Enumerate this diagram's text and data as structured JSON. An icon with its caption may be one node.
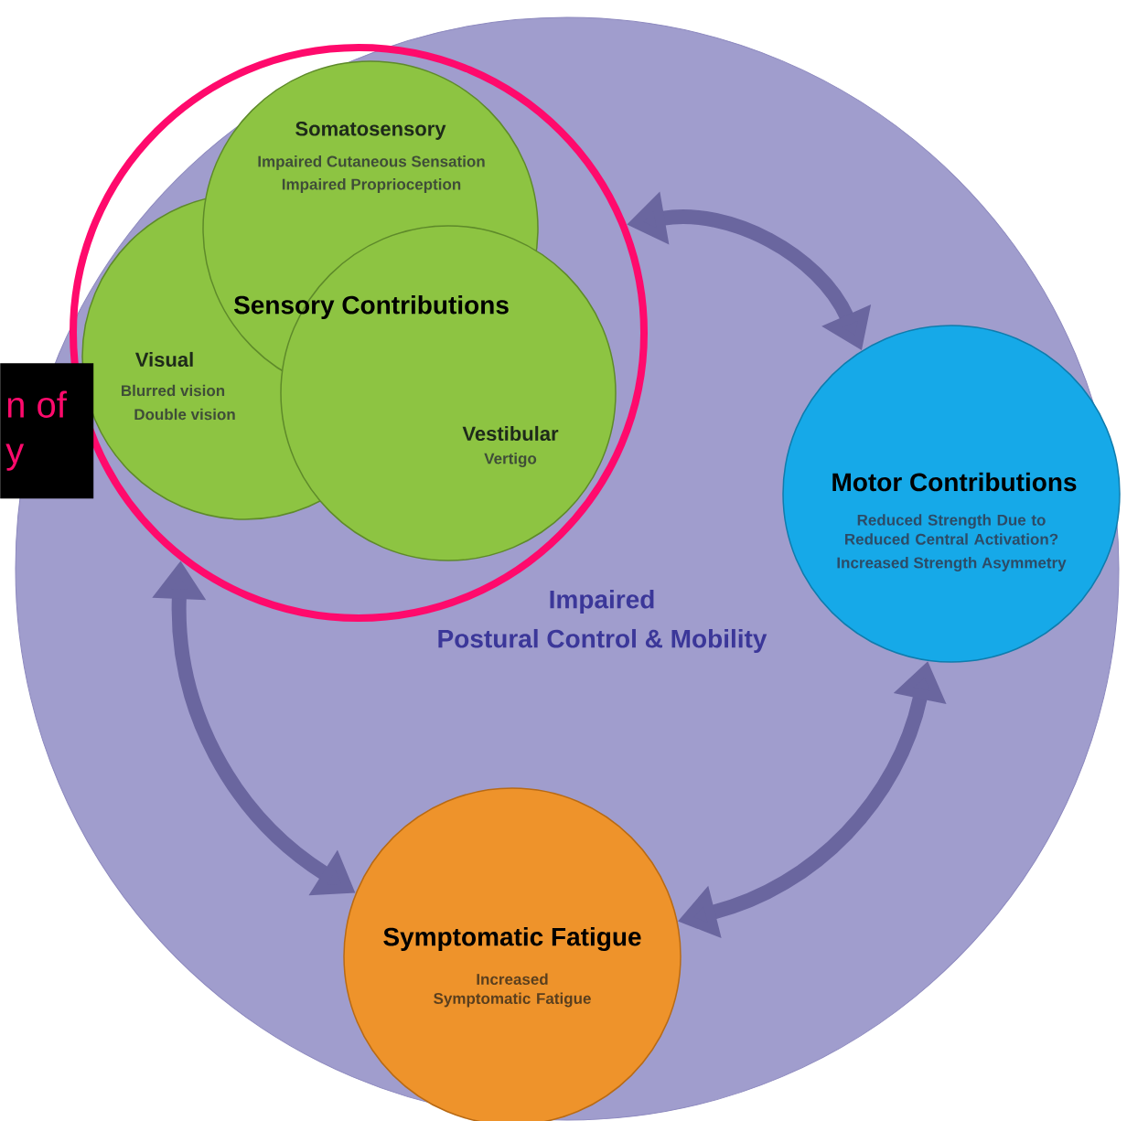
{
  "diagram": {
    "nodes": [
      {
        "text": [
          "Impaired",
          "Postural Control & Mobility"
        ]
      },
      {
        "text": [],
        "shape": "circle",
        "in": 0
      },
      {
        "text": [
          "Somatosensory",
          "Impaired Cutaneous Sensation",
          "Impaired Proprioception"
        ],
        "in": 1
      },
      {
        "text": [
          "Visual",
          "Blurred vision",
          "Double vision"
        ],
        "in": 1
      },
      {
        "text": [
          "Vestibular",
          "Vertigo"
        ],
        "in": 1
      },
      {
        "text": [
          "Motor Contributions",
          "Reduced Strength Due to Reduced Central Activation?",
          "Increased Strength Asymmetry"
        ],
        "in": 0
      },
      {
        "text": [
          "Symptomatic Fatigue",
          "Increased Symptomatic Fatigue"
        ],
        "in": 0
      }
    ],
    "edges": [
      {
        "from": 1,
        "to": 5,
        "arrow": "both"
      },
      {
        "from": 5,
        "to": 6,
        "arrow": "both"
      },
      {
        "from": 6,
        "to": 1,
        "arrow": "both"
      }
    ],
    "labels": [
      "Sensory Contributions",
      "n of y"
    ]
  }
}
